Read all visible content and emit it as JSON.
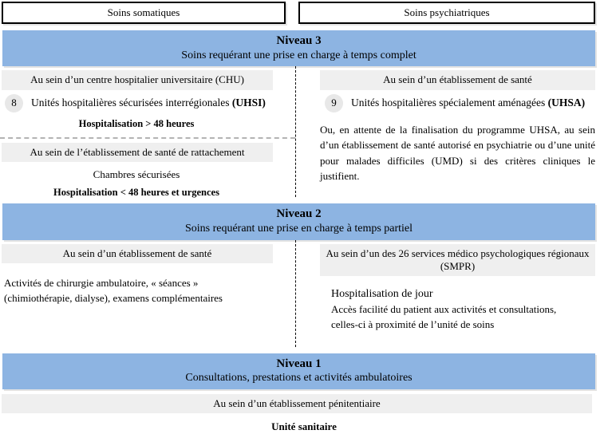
{
  "colors": {
    "banner_blue": "#8db4e2",
    "box_gray": "#efefef",
    "circle_gray": "#e8e8e8",
    "divider_black": "#000000",
    "divider_gray": "#b3b3b3"
  },
  "header": {
    "left_label": "Soins somatiques",
    "right_label": "Soins psychiatriques"
  },
  "niveau3": {
    "banner": {
      "title": "Niveau 3",
      "subtitle": "Soins requérant une prise en charge à temps complet"
    },
    "left": {
      "location_top": "Au sein d’un centre hospitalier universitaire (CHU)",
      "footnote": "8",
      "unit_name": "Unités hospitalières sécurisées interrégionales",
      "unit_acronym": "(UHSI)",
      "duration": "Hospitalisation > 48 heures",
      "location_bottom": "Au sein de l’établissement de santé de rattachement",
      "unit_secondary": "Chambres sécurisées",
      "duration_secondary": "Hospitalisation < 48 heures et urgences"
    },
    "right": {
      "location": "Au sein d’un établissement de santé",
      "footnote": "9",
      "unit_name": "Unités hospitalières spécialement aménagées",
      "unit_acronym": "(UHSA)",
      "note": "Ou, en attente de la finalisation du programme UHSA, au sein d’un établissement de santé autorisé en psychiatrie ou d’une unité pour malades difficiles (UMD) si des critères cliniques le justifient."
    }
  },
  "niveau2": {
    "banner": {
      "title": "Niveau 2",
      "subtitle": "Soins requérant une prise en charge à temps partiel"
    },
    "left": {
      "location": "Au sein d’un établissement de santé",
      "description": "Activités de chirurgie ambulatoire, « séances » (chimiothérapie, dialyse), examens complémentaires"
    },
    "right": {
      "location": "Au sein d’un des 26 services médico psychologiques régionaux (SMPR)",
      "heading": "Hospitalisation de jour",
      "description": "Accès facilité du patient aux activités et consultations, celles-ci à proximité de l’unité de soins"
    }
  },
  "niveau1": {
    "banner": {
      "title": "Niveau 1",
      "subtitle": "Consultations, prestations et activités ambulatoires"
    },
    "location": "Au sein d’un établissement pénitentiaire",
    "unit": "Unité sanitaire"
  }
}
